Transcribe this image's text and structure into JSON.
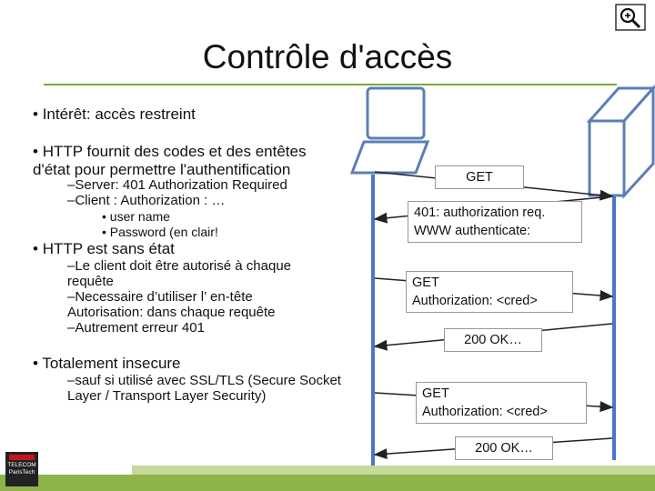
{
  "slide": {
    "title": "Contrôle d'accès",
    "bullets": [
      {
        "text": "Intérêt: accès restreint"
      },
      {
        "text": "HTTP fournit des codes et des entêtes d'état pour permettre l'authentification"
      },
      {
        "text": "HTTP est sans état"
      },
      {
        "text": "Totalement insecure"
      }
    ],
    "sub_http": [
      "Server: 401 Authorization Required",
      "Client : Authorization : …"
    ],
    "sub_client": [
      "user name",
      "Password (en clair!"
    ],
    "sub_stateless": [
      "Le client doit être autorisé à chaque requête",
      "Necessaire d’utiliser l’ en-tête",
      "Autorisation: dans chaque requête",
      "Autrement erreur 401"
    ],
    "sub_insecure": [
      "sauf si utilisé avec SSL/TLS (Secure Socket Layer / Transport Layer Security)"
    ]
  },
  "diagram": {
    "messages": [
      {
        "lines": [
          "GET"
        ],
        "direction": "to-server"
      },
      {
        "lines": [
          "401: authorization req.",
          "WWW authenticate:"
        ],
        "direction": "to-client"
      },
      {
        "lines": [
          "GET",
          "Authorization: <cred>"
        ],
        "direction": "to-server"
      },
      {
        "lines": [
          "200 OK…"
        ],
        "direction": "to-client"
      },
      {
        "lines": [
          "GET",
          "Authorization: <cred>"
        ],
        "direction": "to-server"
      },
      {
        "lines": [
          "200 OK…"
        ],
        "direction": "to-client"
      }
    ],
    "colors": {
      "client_outline": "#5b7fb6",
      "lifeline": "#4a78c8",
      "arrow": "#222222"
    }
  },
  "logo": {
    "line1": "TELECOM",
    "line2": "ParisTech"
  },
  "icons": {
    "zoom": "zoom-magnifier-icon"
  },
  "colors": {
    "accent": "#7aa83a",
    "footer": "#8db34a",
    "footer_light": "#c6d89a"
  }
}
